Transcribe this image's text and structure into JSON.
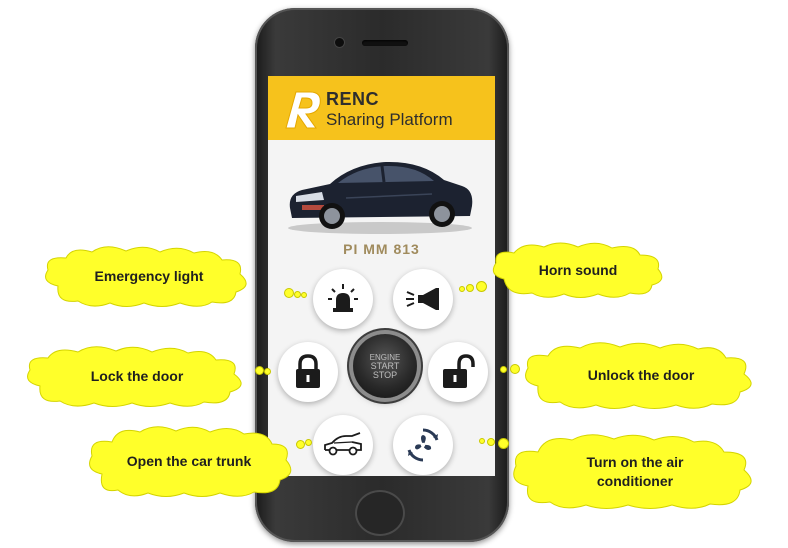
{
  "app": {
    "brand_name": "RENC",
    "brand_sub": "Sharing Platform",
    "plate": "PI MM 813",
    "start_button": {
      "line1": "ENGINE",
      "line2": "START",
      "line3": "STOP"
    }
  },
  "controls": [
    {
      "id": "emergency_light",
      "icon": "siren-icon"
    },
    {
      "id": "horn_sound",
      "icon": "horn-icon"
    },
    {
      "id": "lock_door",
      "icon": "lock-closed-icon"
    },
    {
      "id": "unlock_door",
      "icon": "lock-open-icon"
    },
    {
      "id": "open_trunk",
      "icon": "car-trunk-icon"
    },
    {
      "id": "air_conditioner",
      "icon": "fan-icon"
    }
  ],
  "callouts": {
    "emergency_light": "Emergency light",
    "horn_sound": "Horn sound",
    "lock_door": "Lock the door",
    "unlock_door": "Unlock the door",
    "open_trunk": "Open the car trunk",
    "air_conditioner": "Turn on the air conditioner"
  },
  "colors": {
    "header": "#f6c21c",
    "callout_fill": "#ffff2a",
    "plate_text": "#a08b5d"
  }
}
